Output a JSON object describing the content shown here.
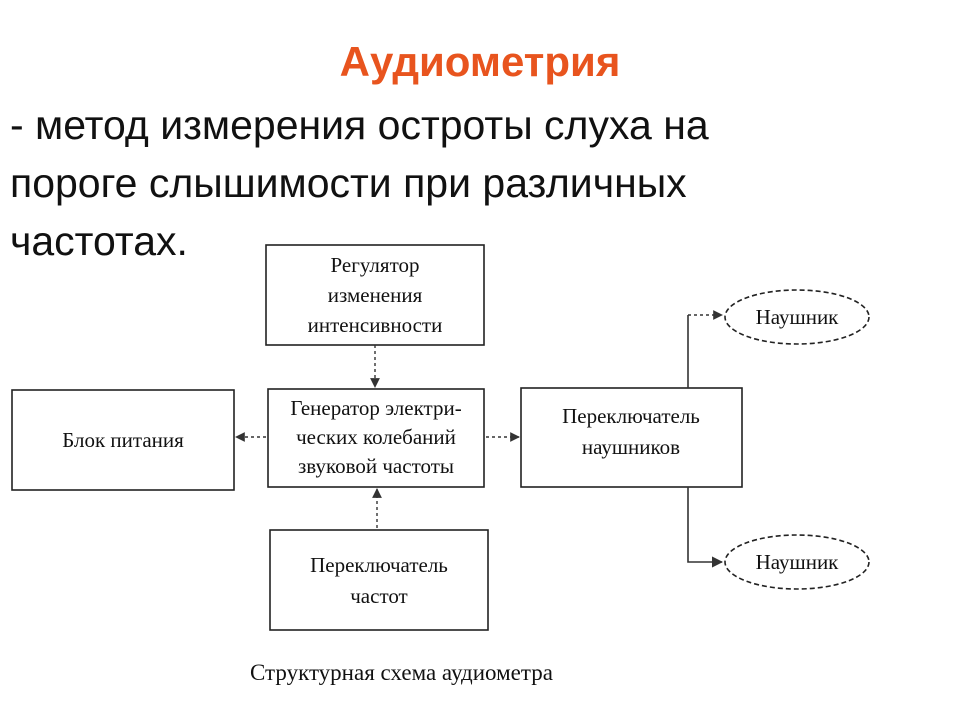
{
  "slide": {
    "title": "Аудиометрия",
    "definition_lines": [
      "- метод измерения остроты слуха на",
      "пороге слышимости при различных",
      "частотах."
    ],
    "title_color": "#e8541e"
  },
  "diagram": {
    "regulator": [
      "Регулятор",
      "изменения",
      "интенсивности"
    ],
    "generator": [
      "Генератор электри-",
      "ческих колебаний",
      "звуковой частоты"
    ],
    "power": [
      "Блок питания"
    ],
    "freq_switch": [
      "Переключатель",
      "частот"
    ],
    "phones_switch": [
      "Переключатель",
      "наушников"
    ],
    "phone_top": "Наушник",
    "phone_bottom": "Наушник",
    "caption": "Структурная схема аудиометра"
  }
}
